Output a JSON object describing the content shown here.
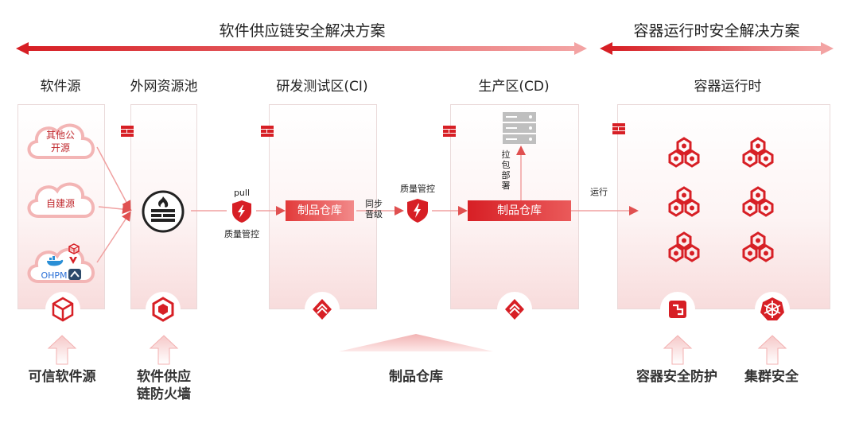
{
  "banners": {
    "supply_chain": "软件供应链安全解决方案",
    "runtime": "容器运行时安全解决方案"
  },
  "columns": {
    "software_source": "软件源",
    "external_pool": "外网资源池",
    "dev_test": "研发测试区(CI)",
    "production": "生产区(CD)",
    "container_runtime": "容器运行时"
  },
  "clouds": {
    "other_open_source": "其他公\n开源",
    "self_built": "自建源",
    "ohpm": "OHPM"
  },
  "flow_labels": {
    "pull": "pull",
    "quality_control_1": "质量管控",
    "sync_promote": "同步\n晋级",
    "quality_control_2": "质量管控",
    "pull_deploy": "拉\n包\n部\n署",
    "run": "运行"
  },
  "repositories": {
    "ci_repo": "制品仓库",
    "cd_repo": "制品仓库"
  },
  "bottom_labels": {
    "trusted_source": "可信软件源",
    "supply_firewall": "软件供应\n链防火墙",
    "artifact_repo": "制品仓库",
    "container_protection": "容器安全防护",
    "cluster_security": "集群安全"
  },
  "colors": {
    "accent": "#d71f25",
    "accent_light": "#f5a0a0",
    "panel_bottom": "#f8dcdc"
  },
  "icons": [
    "firewall-brick-icon",
    "shield-lightning-icon",
    "server-rack-icon",
    "hexagon-cluster-icon",
    "cube-icon",
    "hexagon-ring-icon",
    "layers-logo-icon",
    "container-protect-icon",
    "cluster-wheel-icon",
    "docker-whale-icon"
  ]
}
